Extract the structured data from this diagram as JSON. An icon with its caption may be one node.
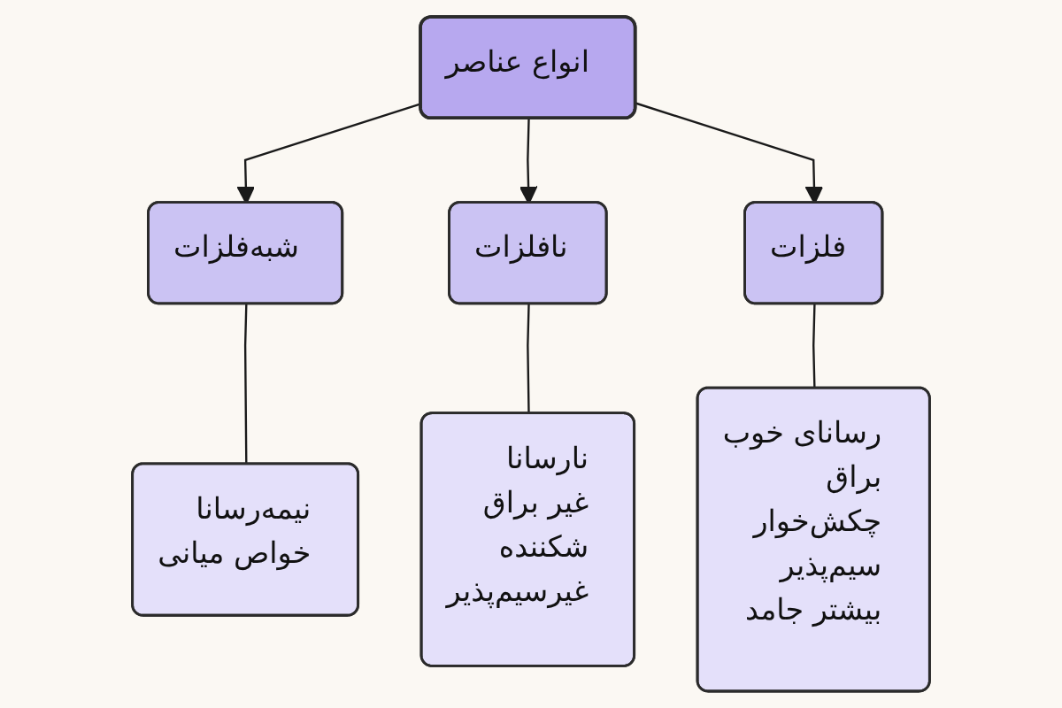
{
  "diagram": {
    "nodes": [
      {
        "text": [
          "انواع عناصر"
        ]
      },
      {
        "text": [
          "فلزات"
        ]
      },
      {
        "text": [
          "نافلزات"
        ]
      },
      {
        "text": [
          "شبه‌فلزات"
        ]
      },
      {
        "text": [
          "رسانای خوب",
          "براق",
          "چکش‌خوار",
          "سیم‌پذیر",
          "بیشتر جامد"
        ]
      },
      {
        "text": [
          "نارسانا",
          "غیر براق",
          "شکننده",
          "غیرسیم‌پذیر"
        ]
      },
      {
        "text": [
          "نیمه‌رسانا",
          "خواص میانی"
        ]
      }
    ],
    "edges": [
      {
        "from": 0,
        "to": 3,
        "arrow": "to"
      },
      {
        "from": 0,
        "to": 2,
        "arrow": "to"
      },
      {
        "from": 0,
        "to": 1,
        "arrow": "to"
      },
      {
        "from": 3,
        "to": 6,
        "arrow": "none"
      },
      {
        "from": 2,
        "to": 5,
        "arrow": "none"
      },
      {
        "from": 1,
        "to": 4,
        "arrow": "none"
      }
    ]
  }
}
